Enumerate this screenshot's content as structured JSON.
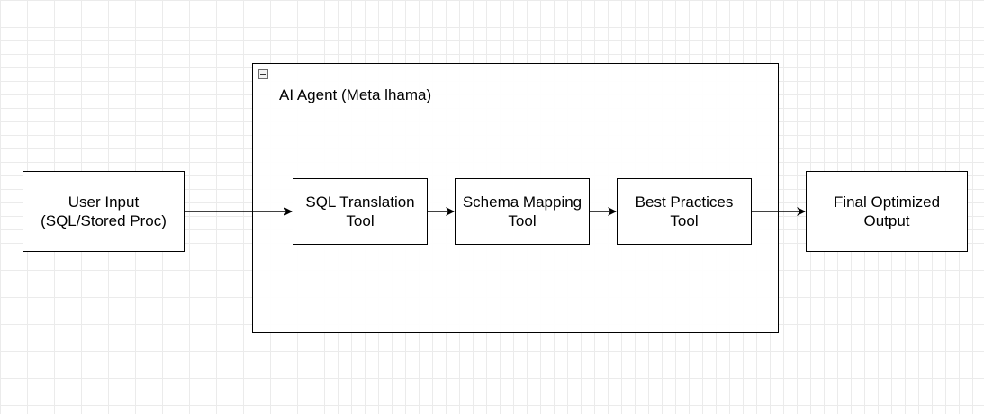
{
  "group": {
    "title": "AI Agent (Meta lhama)",
    "collapse_icon": "minus-square-icon"
  },
  "nodes": {
    "user_input": "User Input\n(SQL/Stored Proc)",
    "sql_translation": "SQL Translation\nTool",
    "schema_mapping": "Schema Mapping\nTool",
    "best_practices": "Best Practices\nTool",
    "final_output": "Final Optimized\nOutput"
  },
  "edges": [
    {
      "from": "user_input",
      "to": "sql_translation"
    },
    {
      "from": "sql_translation",
      "to": "schema_mapping"
    },
    {
      "from": "schema_mapping",
      "to": "best_practices"
    },
    {
      "from": "best_practices",
      "to": "final_output"
    }
  ],
  "colors": {
    "stroke": "#000000",
    "grid": "#ebebeb",
    "background": "#ffffff"
  }
}
